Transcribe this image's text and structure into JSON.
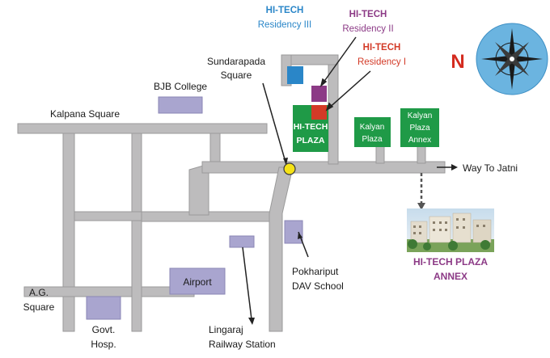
{
  "landmarks": {
    "residency3": [
      "HI-TECH",
      "Residency III"
    ],
    "residency2": [
      "HI-TECH",
      "Residency II"
    ],
    "residency1": [
      "HI-TECH",
      "Residency I"
    ],
    "sundarapada": [
      "Sundarapada",
      "Square"
    ],
    "bjb_college": "BJB College",
    "kalpana_square": "Kalpana Square",
    "hitech_plaza": [
      "HI-TECH",
      "PLAZA"
    ],
    "kalyan_plaza": [
      "Kalyan",
      "Plaza"
    ],
    "kalyan_plaza_annex": [
      "Kalyan",
      "Plaza",
      "Annex"
    ],
    "way_to_jatni": "Way To Jatni",
    "hitech_plaza_annex": [
      "HI-TECH PLAZA",
      "ANNEX"
    ],
    "airport": "Airport",
    "pokhariput": [
      "Pokhariput",
      "DAV School"
    ],
    "ag_square": [
      "A.G.",
      "Square"
    ],
    "govt_hosp": [
      "Govt.",
      "Hosp."
    ],
    "lingaraj": [
      "Lingaraj",
      "Railway Station"
    ]
  },
  "compass": {
    "label": "N",
    "icon": "compass-rose-icon"
  },
  "colors": {
    "road": "#bdbcbd",
    "road_edge": "#8c8c8c",
    "block": "#a9a5cf",
    "green": "#1f9a47",
    "blue_tech": "#2a86c8",
    "purple_tech": "#8c3a86",
    "red_tech": "#d33a27",
    "compass_bg": "#6bb4e0",
    "compass_n": "#d42b1f",
    "marker": "#f5e216"
  }
}
